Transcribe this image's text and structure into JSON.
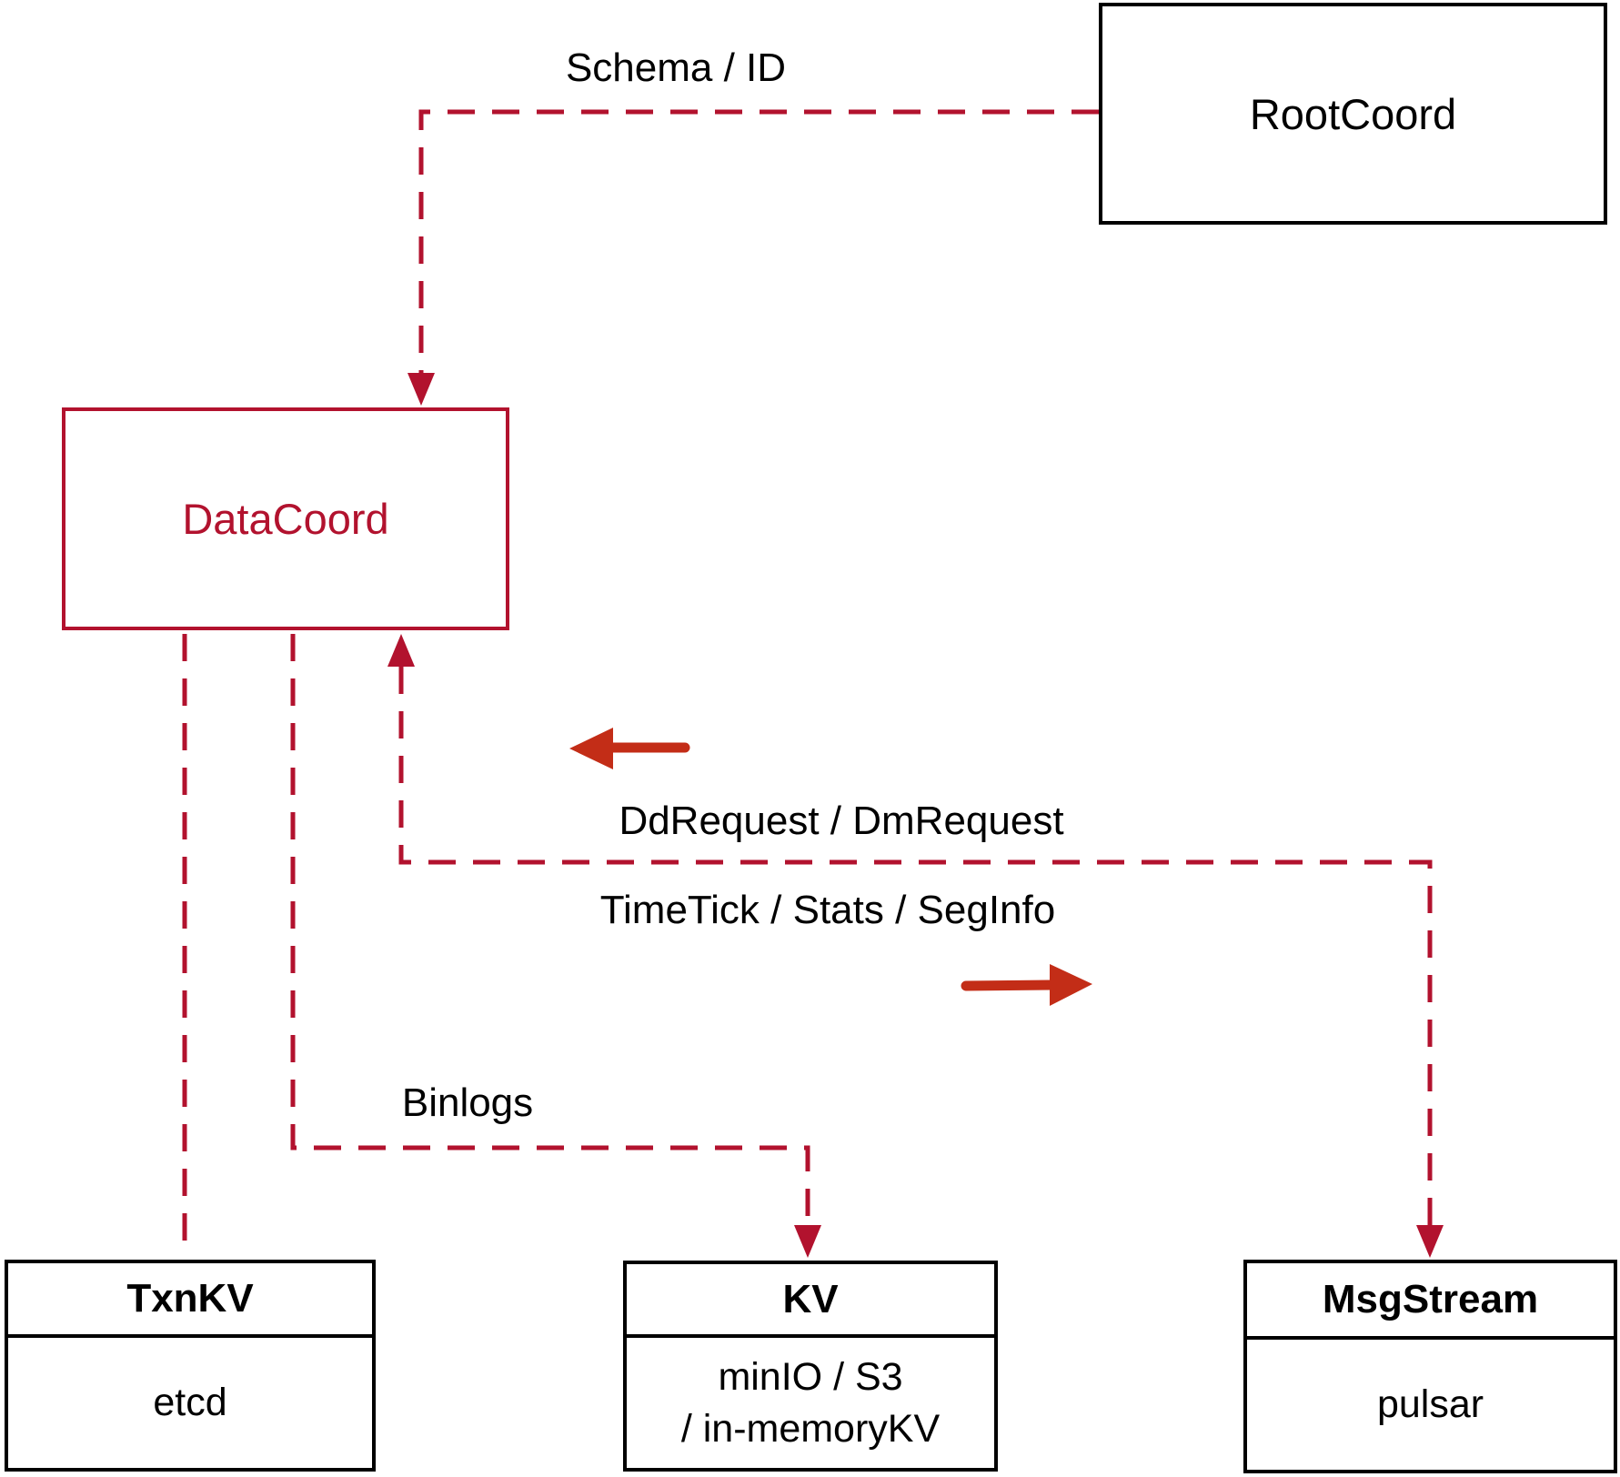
{
  "diagram": {
    "kind": "component-interaction-diagram"
  },
  "colors": {
    "ink": "#000000",
    "line-red": "#b2122e",
    "arrow-red": "#c32d17",
    "bg": "#ffffff"
  },
  "nodes": {
    "rootcoord": {
      "label": "RootCoord"
    },
    "datacoord": {
      "label": "DataCoord"
    },
    "txnkv": {
      "title": "TxnKV",
      "subtitle": "etcd"
    },
    "kv": {
      "title": "KV",
      "subtitle_line1": "minIO / S3",
      "subtitle_line2": "/ in-memoryKV"
    },
    "msgstream": {
      "title": "MsgStream",
      "subtitle": "pulsar"
    }
  },
  "edges": [
    {
      "id": "schema-id",
      "label": "Schema / ID",
      "from": "RootCoord",
      "to": "DataCoord",
      "style": "dashed",
      "arrow": "into-DataCoord-top"
    },
    {
      "id": "dd-dm-request",
      "label": "DdRequest / DmRequest",
      "from": "MsgStream",
      "to": "DataCoord",
      "style": "dashed",
      "arrow": "into-DataCoord-bottom"
    },
    {
      "id": "timetick-stats-seginfo",
      "label": "TimeTick / Stats / SegInfo",
      "from": "DataCoord",
      "to": "MsgStream",
      "style": "dashed",
      "arrow": "into-MsgStream-top"
    },
    {
      "id": "binlogs",
      "label": "Binlogs",
      "from": "DataCoord",
      "to": "KV",
      "style": "dashed",
      "arrow": "into-KV-top"
    },
    {
      "id": "txnkv-link",
      "label": "",
      "from": "DataCoord",
      "to": "TxnKV",
      "style": "dashed",
      "arrow": "none"
    }
  ]
}
